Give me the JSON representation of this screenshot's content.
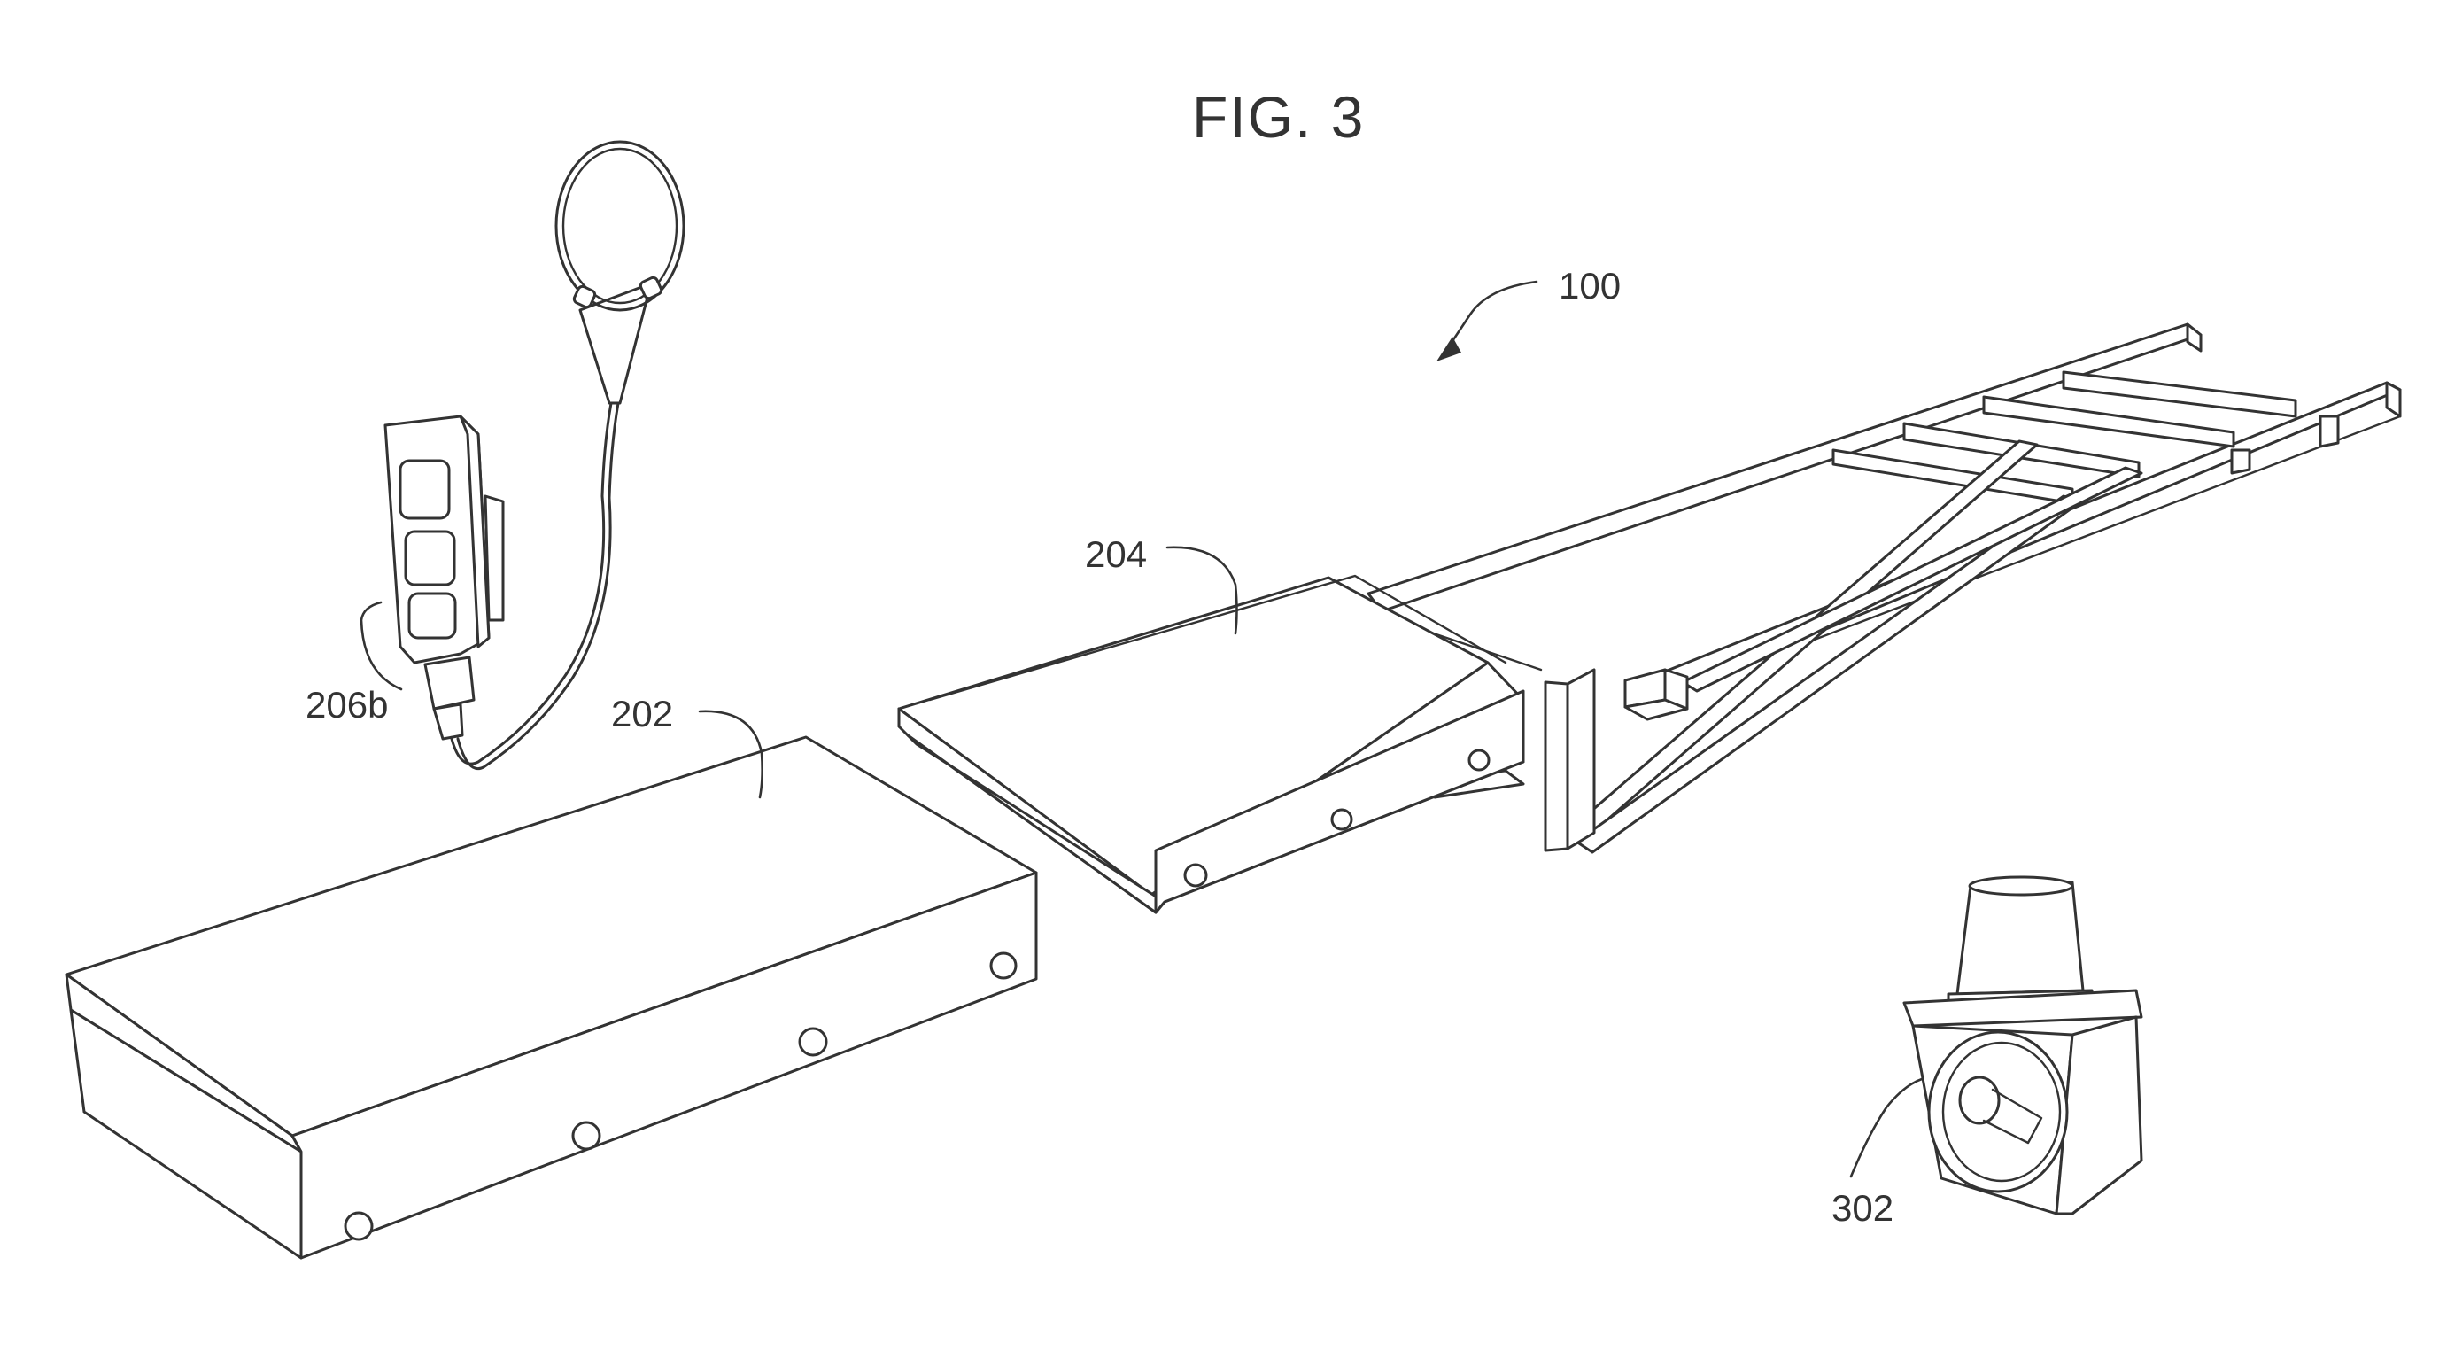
{
  "figure": {
    "title": "FIG. 3"
  },
  "labels": {
    "ref_100": "100",
    "ref_202": "202",
    "ref_204": "204",
    "ref_206b": "206b",
    "ref_302": "302"
  },
  "colors": {
    "line": "#333333",
    "background": "#ffffff"
  }
}
